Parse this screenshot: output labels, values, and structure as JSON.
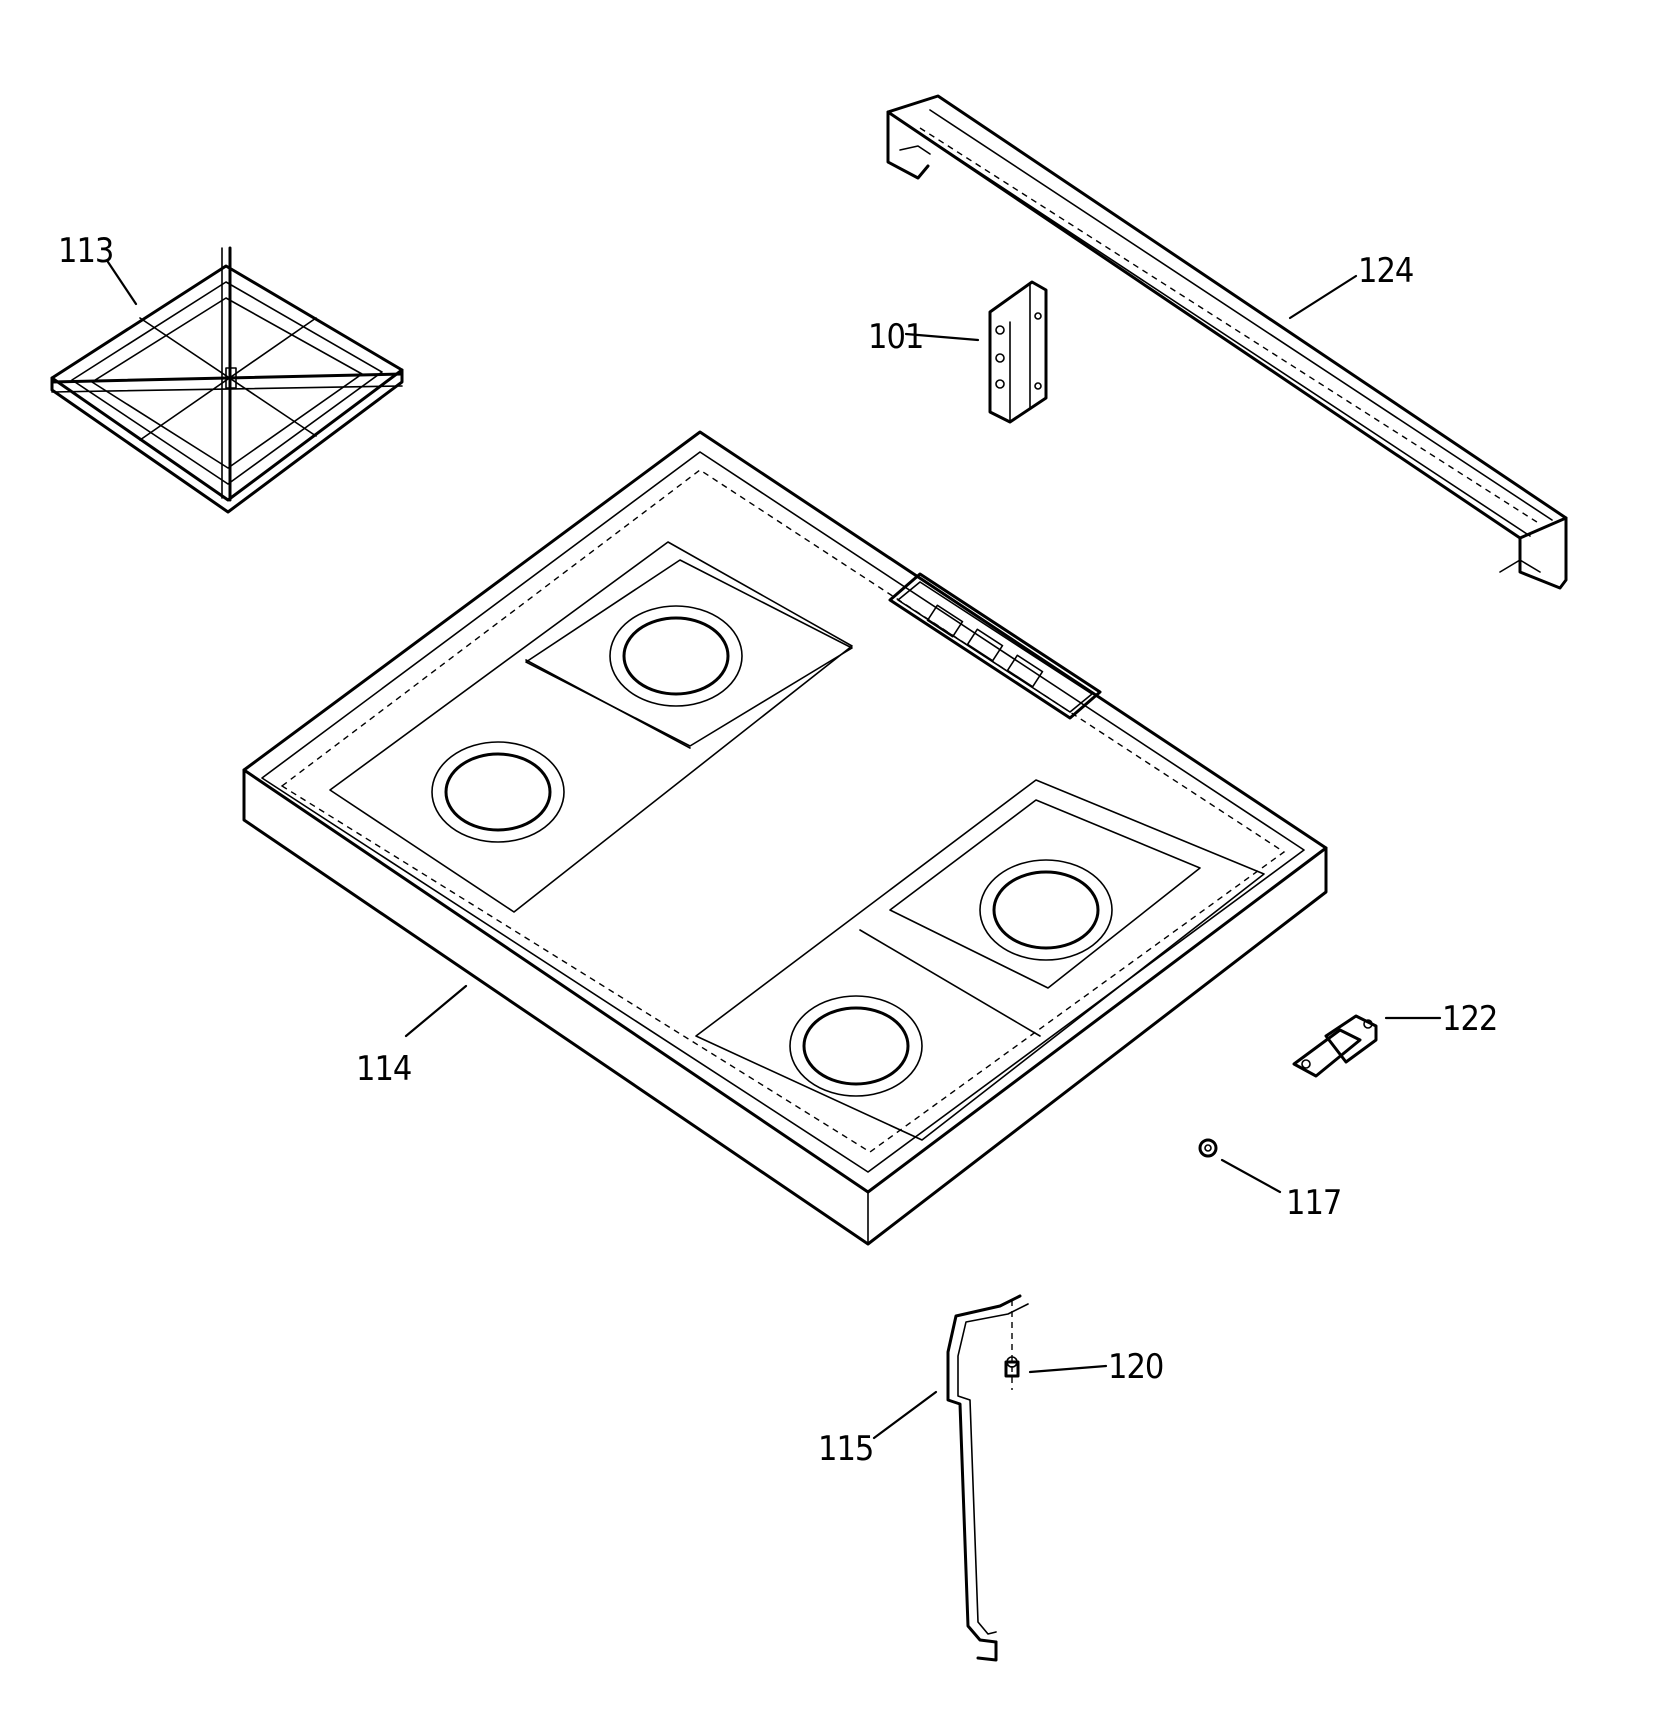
{
  "callouts": {
    "p113": "113",
    "p124": "124",
    "p101": "101",
    "p114": "114",
    "p122": "122",
    "p117": "117",
    "p120": "120",
    "p115": "115"
  },
  "icons": [
    "grate-icon",
    "trim-bar-icon",
    "bracket-icon",
    "cooktop-icon",
    "switch-bracket-icon",
    "nut-icon",
    "screw-icon",
    "support-rod-icon"
  ]
}
